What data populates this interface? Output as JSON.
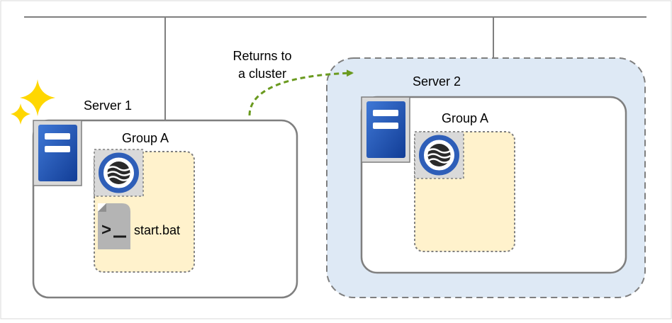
{
  "diagram": {
    "annotation": {
      "line1": "Returns to",
      "line2": "a cluster"
    },
    "server1": {
      "label": "Server 1",
      "group": {
        "label": "Group A",
        "script": "start.bat"
      }
    },
    "server2": {
      "label": "Server 2",
      "group": {
        "label": "Group A"
      }
    },
    "colors": {
      "network_line": "#7f7f7f",
      "server_border": "#7f7f7f",
      "cluster_fill": "#dee9f5",
      "group_fill": "#fff2cc",
      "server_icon": "#2e5eb8",
      "arrow": "#6a9a1f",
      "sparkle": "#ffd700"
    },
    "icons": [
      "server-icon",
      "cluster-resource-icon",
      "script-file-icon",
      "sparkle-icon",
      "curved-arrow-icon"
    ]
  }
}
